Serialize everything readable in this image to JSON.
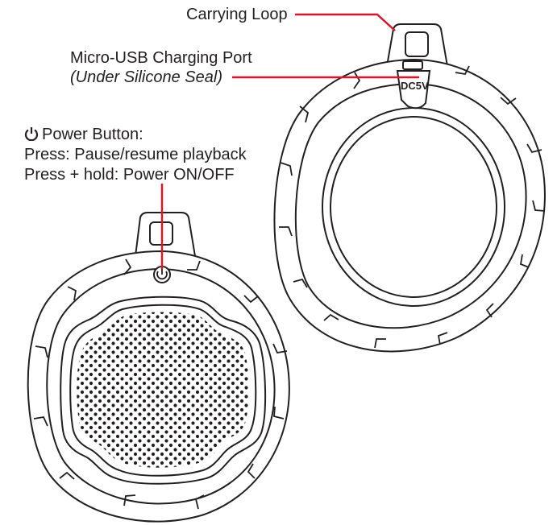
{
  "labels": {
    "carrying_loop": "Carrying Loop",
    "usb_port": "Micro-USB Charging Port",
    "usb_port_note": "(Under Silicone Seal)",
    "power_button": "Power Button:",
    "press": "Press: Pause/resume playback",
    "press_hold": "Press + hold: Power ON/OFF",
    "dc_marking": "DC5V"
  },
  "icons": {
    "power": "power-icon"
  },
  "colors": {
    "callout": "#d7182a",
    "outline": "#231f20"
  }
}
